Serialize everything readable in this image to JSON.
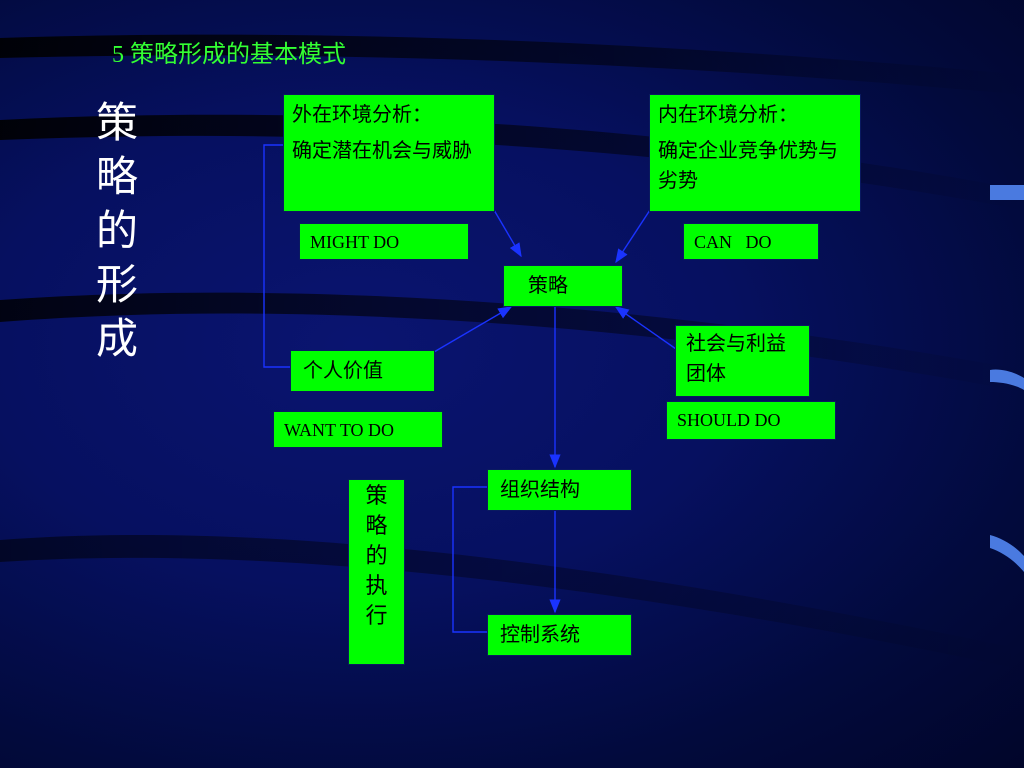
{
  "slide": {
    "title": "5 策略形成的基本模式",
    "vertical_title": "策略的形成"
  },
  "boxes": {
    "external": {
      "line1": "外在环境分析：",
      "line2": " 确定潜在机会与威胁"
    },
    "internal": {
      "line1": "内在环境分析：",
      "line2": " 确定企业竞争优势与劣势"
    },
    "might": "MIGHT DO",
    "can": "CAN   DO",
    "strategy": "策略",
    "personal": "个人价值",
    "social": "社会与利益团体",
    "want": "WANT TO DO",
    "should": "SHOULD DO",
    "org": "组织结构",
    "control": "控制系统",
    "execution": "策略的执行"
  },
  "colors": {
    "box_fill": "#00ff00",
    "title_text": "#33ff33",
    "arrow": "#1a33ff",
    "background": "#061060"
  }
}
